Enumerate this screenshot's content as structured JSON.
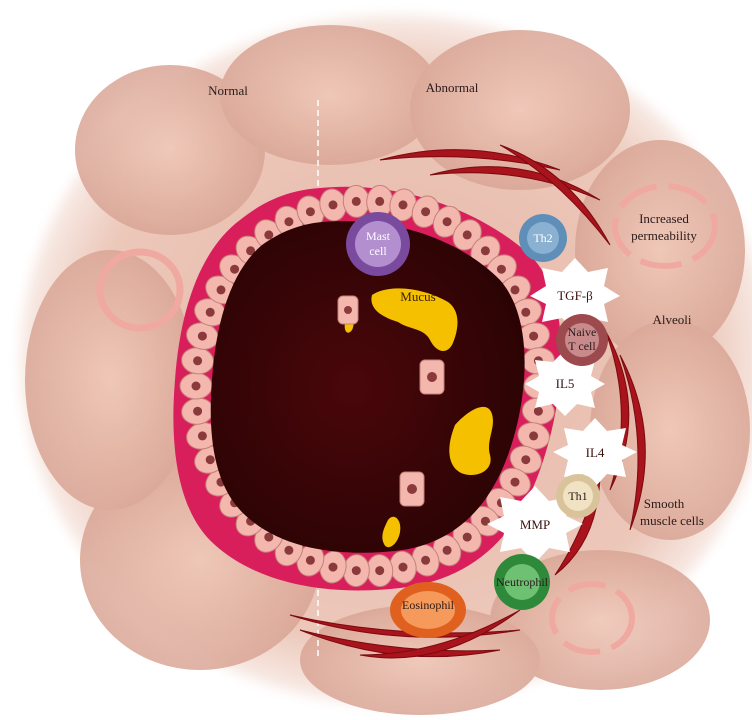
{
  "labels": {
    "normal": "Normal",
    "abnormal": "Abnormal",
    "increased_permeability_line1": "Increased",
    "increased_permeability_line2": "permeability",
    "alveoli": "Alveoli",
    "smooth_muscle_line1": "Smooth",
    "smooth_muscle_line2": "muscle cells",
    "mucus": "Mucus",
    "mast_cell_line1": "Mast",
    "mast_cell_line2": "cell",
    "th2": "Th2",
    "tgf_beta": "TGF-β",
    "naive_t_cell_line1": "Naive",
    "naive_t_cell_line2": "T cell",
    "il5": "IL5",
    "il4": "IL4",
    "th1": "Th1",
    "mmp": "MMP",
    "neutrophil": "Neutrophil",
    "eosinophil": "Eosinophil"
  },
  "colors": {
    "background_tissue": "#e9c2b2",
    "airway_wall": "#d81e5b",
    "lumen": "#3a0608",
    "epithelial_cell": "#f3b7ae",
    "mucus": "#f5c000",
    "smooth_muscle": "#a8131c",
    "mast_cell": "#7a4a9e",
    "th2": "#5f8fb8",
    "th1": "#d8c39a",
    "naive_t_cell": "#9c4a4e",
    "neutrophil": "#2e8a3a",
    "eosinophil": "#e06020",
    "cytokine_burst": "#ffffff"
  }
}
